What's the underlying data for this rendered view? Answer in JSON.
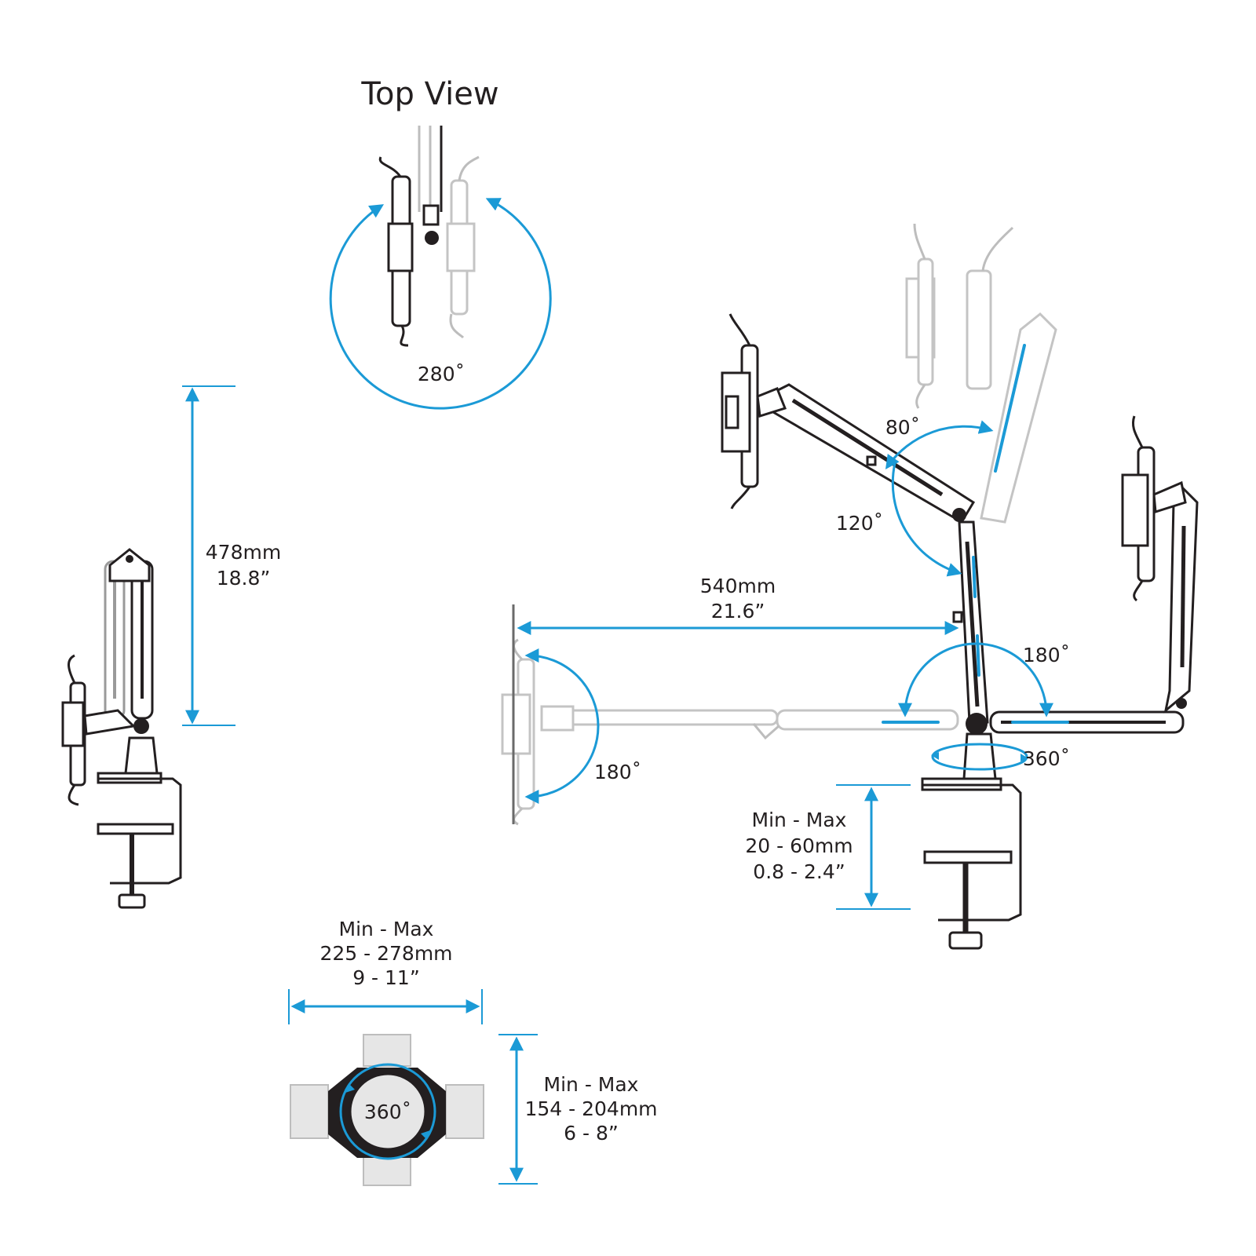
{
  "colors": {
    "accent": "#1b9ad6",
    "ink": "#231f20",
    "ghost": "#bdbdbd"
  },
  "top_view": {
    "title": "Top View",
    "rotation": "280˚"
  },
  "height": {
    "metric": "478mm",
    "imperial": "18.8”"
  },
  "reach": {
    "metric": "540mm",
    "imperial": "21.6”"
  },
  "angles": {
    "upper_arm_tilt": "80˚",
    "lower_arm_tilt": "120˚",
    "base_swing": "180˚",
    "base_rotation": "360˚",
    "head_swivel": "180˚"
  },
  "clamp": {
    "heading": "Min - Max",
    "metric": "20 - 60mm",
    "imperial": "0.8 - 2.4”"
  },
  "holder_width": {
    "heading": "Min - Max",
    "metric": "225 - 278mm",
    "imperial": "9 - 11”"
  },
  "holder_height": {
    "heading": "Min - Max",
    "metric": "154 - 204mm",
    "imperial": "6 - 8”"
  },
  "holder_rotation": "360˚"
}
